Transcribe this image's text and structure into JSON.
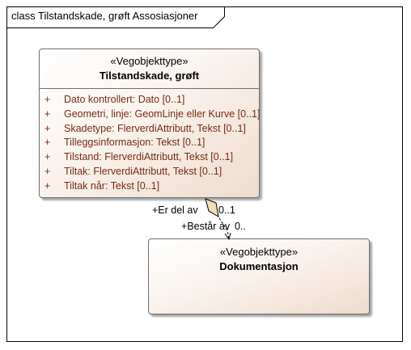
{
  "diagram": {
    "frame_title": "class Tilstandskade, grøft Assosiasjoner"
  },
  "classes": {
    "main": {
      "stereotype": "«Vegobjekttype»",
      "name": "Tilstandskade, grøft",
      "attributes": [
        {
          "visibility": "+",
          "text": "Dato kontrollert: Dato [0..1]"
        },
        {
          "visibility": "+",
          "text": "Geometri, linje: GeomLinje eller Kurve [0..1]"
        },
        {
          "visibility": "+",
          "text": "Skadetype: FlerverdiAttributt, Tekst [0..1]"
        },
        {
          "visibility": "+",
          "text": "Tilleggsinformasjon: Tekst [0..1]"
        },
        {
          "visibility": "+",
          "text": "Tilstand: FlerverdiAttributt, Tekst [0..1]"
        },
        {
          "visibility": "+",
          "text": "Tiltak: FlerverdiAttributt, Tekst [0..1]"
        },
        {
          "visibility": "+",
          "text": "Tiltak når: Tekst [0..1]"
        }
      ]
    },
    "doc": {
      "stereotype": "«Vegobjekttype»",
      "name": "Dokumentasjon"
    }
  },
  "association": {
    "source_role": "+Er del av",
    "source_multiplicity": "0..1",
    "target_role": "+Består av",
    "target_multiplicity": "0.."
  },
  "colors": {
    "class_fill_start": "#ffffff",
    "class_fill_end": "#efdccd",
    "attribute_text": "#7a2a12",
    "aggregation_diamond": "#f5deb3"
  }
}
